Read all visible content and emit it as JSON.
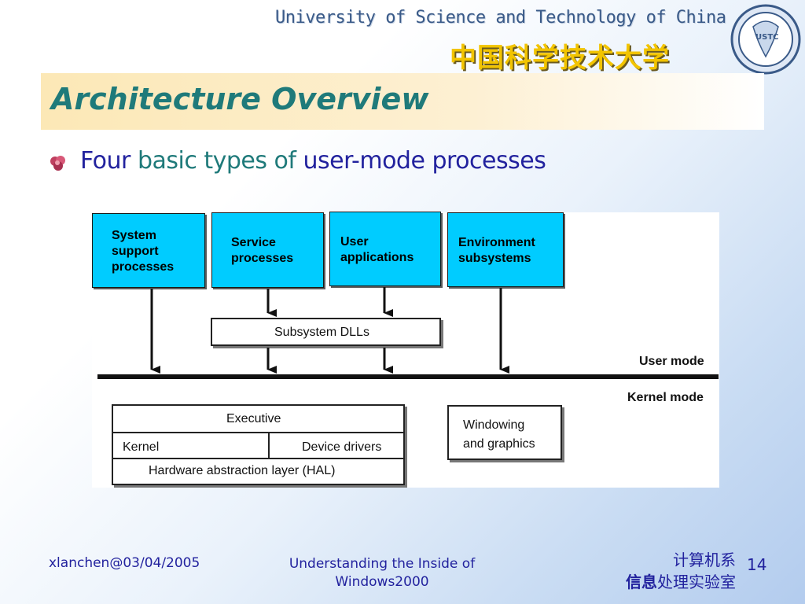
{
  "header": {
    "university_en": "University of Science and Technology of China",
    "university_cn": "中国科学技术大学",
    "logo_text": "USTC",
    "logo_icon": "university-seal-icon"
  },
  "slide": {
    "title": "Architecture Overview",
    "bullet": {
      "icon": "bullet-flower-icon",
      "part1": "Four ",
      "part2": "basic types of ",
      "part3": "user-mode processes"
    }
  },
  "diagram": {
    "process_boxes": [
      "System\nsupport\nprocesses",
      "Service\nprocesses",
      "User\napplications",
      "Environment\nsubsystems"
    ],
    "subsystem_dlls": "Subsystem DLLs",
    "user_mode": "User mode",
    "kernel_mode": "Kernel mode",
    "executive": "Executive",
    "kernel": "Kernel",
    "device_drivers": "Device drivers",
    "hal": "Hardware abstraction layer (HAL)",
    "windowing": "Windowing\nand graphics"
  },
  "footer": {
    "author_date": "xlanchen@03/04/2005",
    "course_line1": "Understanding the Inside of",
    "course_line2": "Windows2000",
    "dept_line1": "计算机系",
    "dept_line2_bold": "信息",
    "dept_line2_rest": "处理实验室",
    "page_number": "14"
  },
  "colors": {
    "title": "#1f7a7a",
    "bullet_blue": "#22229e",
    "process_box": "#00ccff",
    "chinese_title": "#f2c400"
  }
}
